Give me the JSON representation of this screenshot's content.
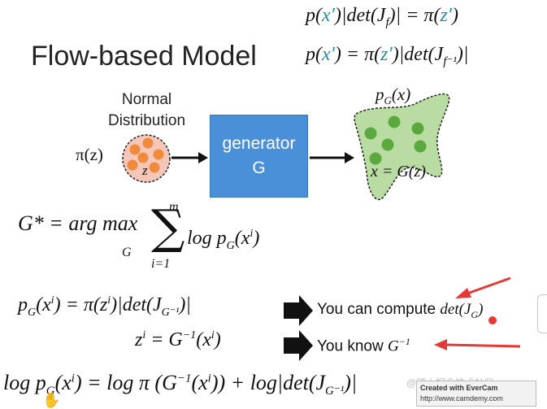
{
  "title": "Flow-based Model",
  "top_equations": {
    "line1": {
      "p": "p(",
      "x": "x′",
      "mid": ")|det(J",
      "sub": "f",
      "end": ")| = π(",
      "z": "z′",
      "close": ")"
    },
    "line2": {
      "p": "p(",
      "x": "x′",
      "mid": ") = π(",
      "z": "z′",
      "end": ")|det(J",
      "sub": "f⁻¹",
      "close": ")|"
    }
  },
  "diagram": {
    "normal_label_1": "Normal",
    "normal_label_2": "Distribution",
    "pi_z": "π(z)",
    "z_label": "z",
    "generator_line1": "generator",
    "generator_line2": "G",
    "pg_label": "p",
    "pg_sub": "G",
    "pg_arg": "(x)",
    "x_eq": "x = G(z)"
  },
  "equations": {
    "g_star": {
      "lhs": "G* = arg max",
      "under": "G",
      "sum_top": "m",
      "sum_bottom": "i=1",
      "body": "log p",
      "body_sub": "G",
      "body_arg": "(x",
      "body_sup": "i",
      "body_close": ")"
    },
    "pg_eq": {
      "text": "p",
      "sub": "G",
      "arg": "(x",
      "sup": "i",
      "mid": ") = π(z",
      "sup2": "i",
      "rest": ")|det(J",
      "sub2": "G⁻¹",
      "close": ")|"
    },
    "zi_eq": {
      "text": "z",
      "sup": "i",
      "mid": " = G",
      "sup2": "−1",
      "rest": "(x",
      "sup3": "i",
      "close": ")"
    },
    "log_eq": {
      "text": "log p",
      "sub": "G",
      "arg": "(x",
      "sup": "i",
      "mid": ") = log π (G",
      "sup2": "−1",
      "rest": "(x",
      "sup3": "i",
      "rest2": ")) + log|det(J",
      "sub2": "G⁻¹",
      "close": ")|"
    }
  },
  "notes": {
    "compute_prefix": "You can compute ",
    "compute_math": "det(J",
    "compute_sub": "G",
    "compute_close": ")",
    "know_prefix": "You know ",
    "know_math": "G",
    "know_sup": "−1"
  },
  "badge": {
    "line1": "Created with  EverCam",
    "line2": "http://www.camdemy.com"
  },
  "watermark": "@稀土掘金技术社区",
  "colors": {
    "teal": "#1f8fa6",
    "generator_fill": "#4a90d9",
    "blob_fill": "#b9dca3",
    "dot_fill": "#5aa83e",
    "normal_fill": "#f6c7b8",
    "normal_dot": "#f08a3c",
    "red_arrow": "#e53935"
  }
}
